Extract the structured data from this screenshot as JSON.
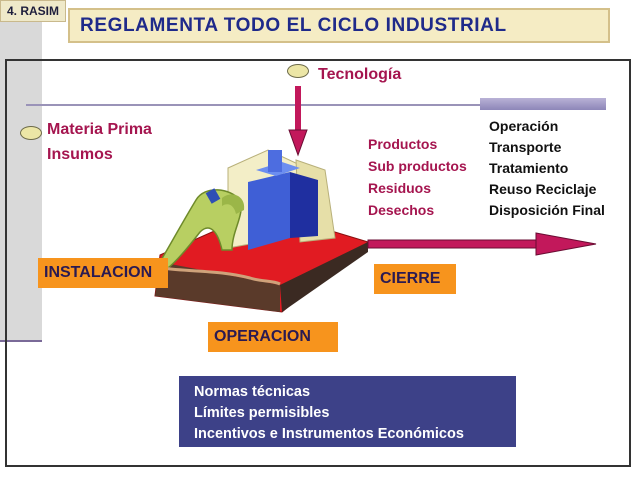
{
  "header": {
    "tag": "4. RASIM",
    "title": "REGLAMENTA TODO EL CICLO INDUSTRIAL"
  },
  "diagram": {
    "tecnologia": "Tecnología",
    "inputs": [
      "Materia Prima",
      "Insumos"
    ],
    "outputs": [
      "Productos",
      "Sub productos",
      "Residuos",
      "Desechos"
    ],
    "management": [
      "Operación",
      "Transporte",
      "Tratamiento",
      "Reuso Reciclaje",
      "Disposición Final"
    ],
    "stages": {
      "instalacion": "INSTALACION",
      "operacion": "OPERACION",
      "cierre": "CIERRE"
    },
    "norms": [
      "Normas técnicas",
      "Límites permisibles",
      "Incentivos e Instrumentos Económicos"
    ]
  },
  "colors": {
    "title_text": "#1f2a8a",
    "label_red": "#a5154f",
    "stage_orange": "#f7941d",
    "norms_bg": "#3d4188",
    "arrow": "#c2185b"
  },
  "icons": [
    "building-illustration-icon",
    "down-arrow-icon",
    "right-arrow-icon"
  ]
}
